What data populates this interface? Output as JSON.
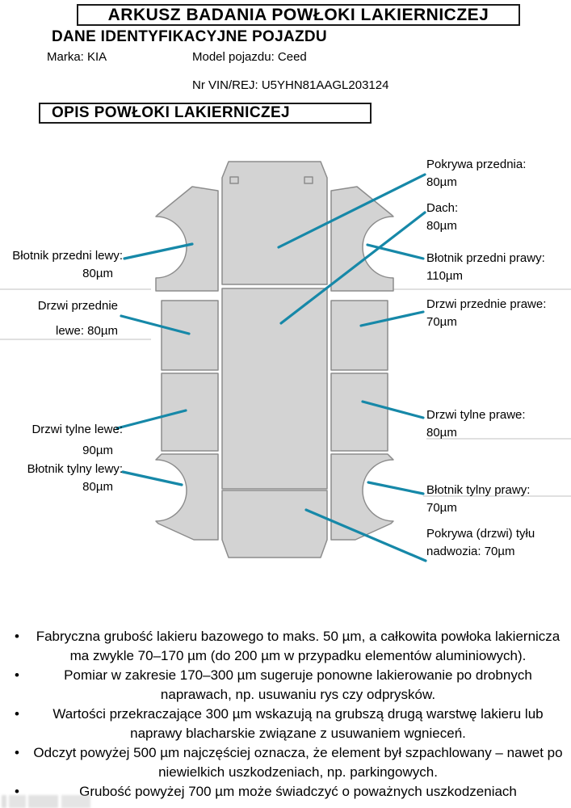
{
  "header": {
    "title": "ARKUSZ BADANIA POWŁOKI LAKIERNICZEJ",
    "section_vehicle": "DANE IDENTYFIKACYJNE POJAZDU",
    "brand": "Marka: KIA",
    "model": "Model pojazdu: Ceed",
    "vin": "Nr VIN/REJ: U5YHN81AAGL203124",
    "section_coating": "OPIS POWŁOKI LAKIERNICZEJ"
  },
  "colors": {
    "accent_teal": "#1688A8",
    "panel_fill": "#D3D3D3",
    "panel_stroke": "#8C8C8C"
  },
  "diagram": {
    "labels": [
      {
        "part": "front-hood",
        "line1": "Pokrywa przednia:",
        "line2": "80µm"
      },
      {
        "part": "roof",
        "line1": "Dach:",
        "line2": "80µm"
      },
      {
        "part": "front-left-fender",
        "line1": "Błotnik przedni lewy:",
        "line2": "80µm"
      },
      {
        "part": "front-right-fender",
        "line1": "Błotnik przedni prawy:",
        "line2": "110µm"
      },
      {
        "part": "front-left-door",
        "line1": "Drzwi przednie",
        "line2": "lewe: 80µm"
      },
      {
        "part": "front-right-door",
        "line1": "Drzwi przednie prawe:",
        "line2": "70µm"
      },
      {
        "part": "rear-left-door",
        "line1": "Drzwi tylne lewe:",
        "line2": "90µm"
      },
      {
        "part": "rear-right-door",
        "line1": "Drzwi tylne prawe:",
        "line2": "80µm"
      },
      {
        "part": "rear-left-fender",
        "line1": "Błotnik tylny lewy:",
        "line2": "80µm"
      },
      {
        "part": "rear-right-fender",
        "line1": "Błotnik tylny prawy:",
        "line2": "70µm"
      },
      {
        "part": "rear-hatch",
        "line1": "Pokrywa (drzwi) tyłu",
        "line2": "nadwozia: 70µm"
      }
    ]
  },
  "notes": [
    "Fabryczna grubość lakieru bazowego to maks. 50 µm, a całkowita powłoka lakiernicza ma zwykle 70–170 µm (do 200 µm w przypadku elementów aluminiowych).",
    "Pomiar w zakresie 170–300 µm sugeruje ponowne lakierowanie po drobnych naprawach, np. usuwaniu rys czy odprysków.",
    "Wartości przekraczające 300 µm wskazują na grubszą drugą warstwę lakieru lub naprawy blacharskie związane z usuwaniem wgnieceń.",
    "Odczyt powyżej 500 µm najczęściej oznacza, że element był szpachlowany – nawet po niewielkich uszkodzeniach, np. parkingowych.",
    "Grubość powyżej 700 µm może świadczyć o poważnych uszkodzeniach"
  ]
}
